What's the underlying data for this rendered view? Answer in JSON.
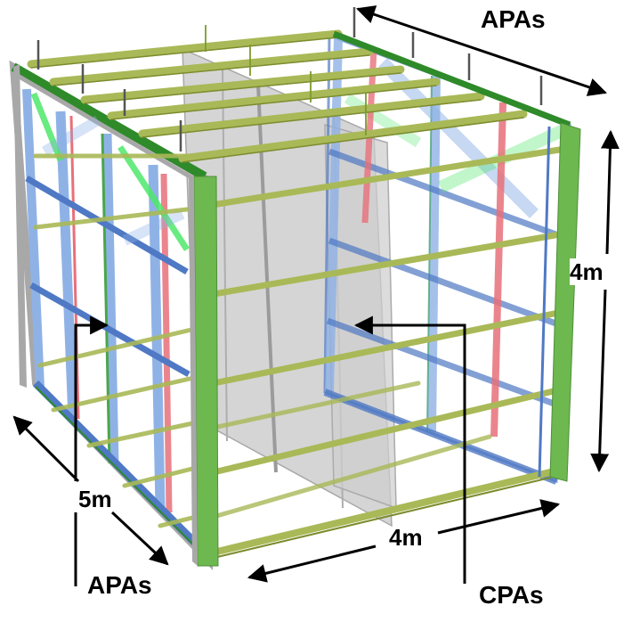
{
  "figure": {
    "description": "3D wireframe of a TPC detector cage with anode plane assemblies (APAs) on two sides and a cathode plane assembly (CPA) in the middle, with field-cage beams around.",
    "labels": {
      "apas_top": "APAs",
      "height": "4m",
      "depth": "5m",
      "apas_bottom": "APAs",
      "width": "4m",
      "cpas": "CPAs"
    },
    "colors": {
      "field_cage_beam": "#a9b957",
      "field_cage_beam_dark": "#7d8c2e",
      "outer_frame_green": "#6db84f",
      "top_frame_dark_green": "#2f8a2a",
      "apa_frame_blue": "#8fb2e6",
      "apa_frame_blue_dark": "#4f79c4",
      "wire_red": "#e8707a",
      "wire_green": "#4ee86a",
      "cpa_gray": "#b9b9b9",
      "frame_gray": "#a8a8a8",
      "arrow": "#000000"
    }
  }
}
